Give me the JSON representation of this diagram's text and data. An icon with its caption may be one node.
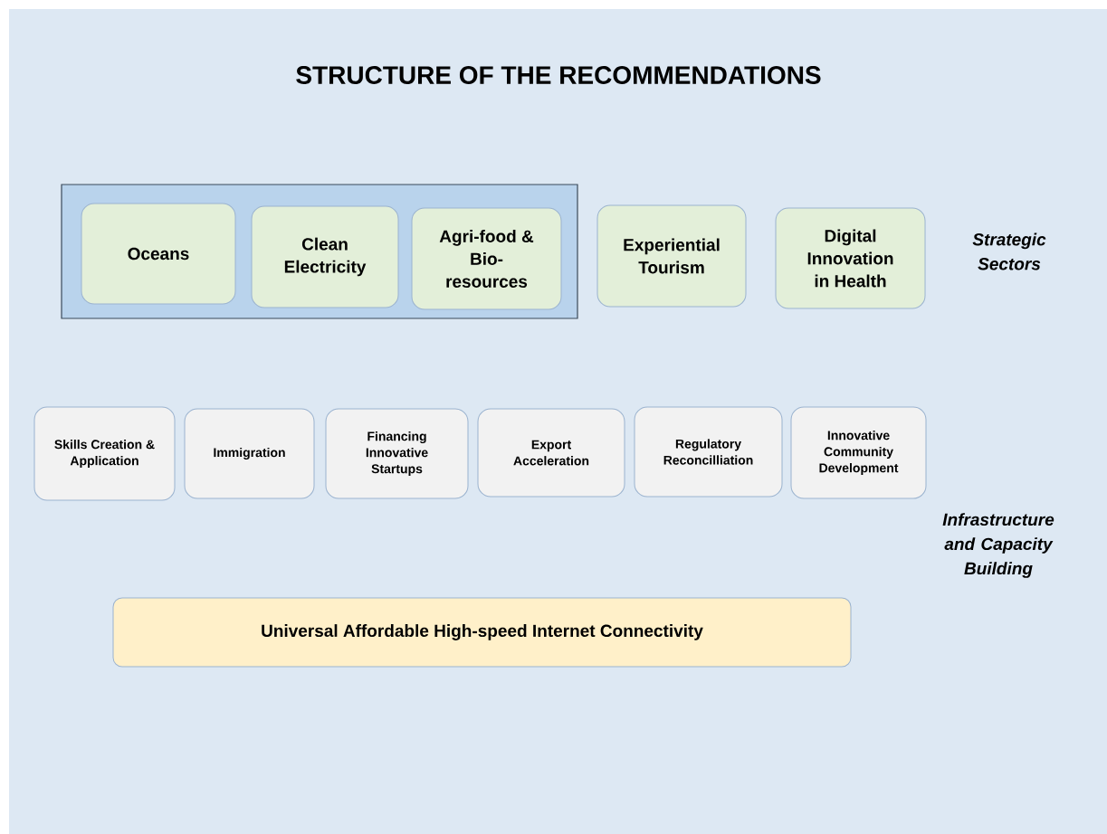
{
  "diagram": {
    "title": "STRUCTURE OF THE RECOMMENDATIONS",
    "nodes": [
      {
        "text": [],
        "shape": "box"
      },
      {
        "text": [
          "Oceans"
        ],
        "in": 0
      },
      {
        "text": [
          "Clean Electricity"
        ],
        "in": 0
      },
      {
        "text": [
          "Agri-food & Bio-resources"
        ],
        "in": 0
      },
      {
        "text": [
          "Experiential Tourism"
        ]
      },
      {
        "text": [
          "Digital Innovation in Health"
        ]
      },
      {
        "text": [
          "Skills Creation & Application"
        ]
      },
      {
        "text": [
          "Immigration"
        ]
      },
      {
        "text": [
          "Financing Innovative Startups"
        ]
      },
      {
        "text": [
          "Export Acceleration"
        ]
      },
      {
        "text": [
          "Regulatory Reconcilliation"
        ]
      },
      {
        "text": [
          "Innovative Community Development"
        ]
      },
      {
        "text": [
          "Universal Affordable High-speed Internet Connectivity"
        ]
      }
    ],
    "labels": [
      "Strategic Sectors",
      "Infrastructure and Capacity Building"
    ]
  }
}
